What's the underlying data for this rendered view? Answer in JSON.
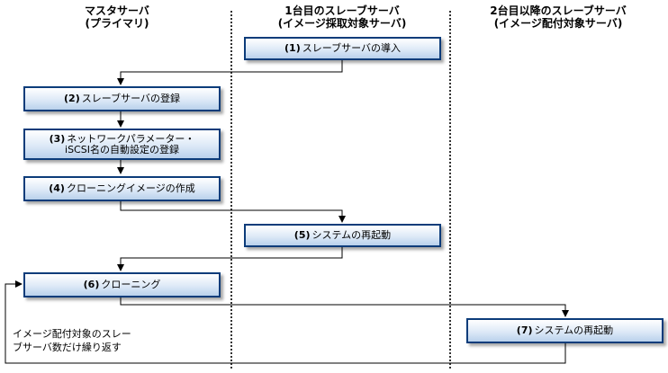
{
  "columns": [
    {
      "line1": "マスタサーバ",
      "line2": "(プライマリ)"
    },
    {
      "line1": "1台目のスレーブサーバ",
      "line2": "(イメージ採取対象サーバ)"
    },
    {
      "line1": "2台目以降のスレーブサーバ",
      "line2": "(イメージ配付対象サーバ)"
    }
  ],
  "steps": [
    {
      "num": "(1)",
      "label": "スレーブサーバの導入"
    },
    {
      "num": "(2)",
      "label": "スレーブサーバの登録"
    },
    {
      "num": "(3)",
      "label": "ネットワークパラメーター・",
      "label2": "iSCSI名の自動設定の登録"
    },
    {
      "num": "(4)",
      "label": "クローニングイメージの作成"
    },
    {
      "num": "(5)",
      "label": "システムの再起動"
    },
    {
      "num": "(6)",
      "label": "クローニング"
    },
    {
      "num": "(7)",
      "label": "システムの再起動"
    }
  ],
  "loop_note": {
    "line1": "イメージ配付対象のスレー",
    "line2": "ブサーバ数だけ繰り返す"
  }
}
